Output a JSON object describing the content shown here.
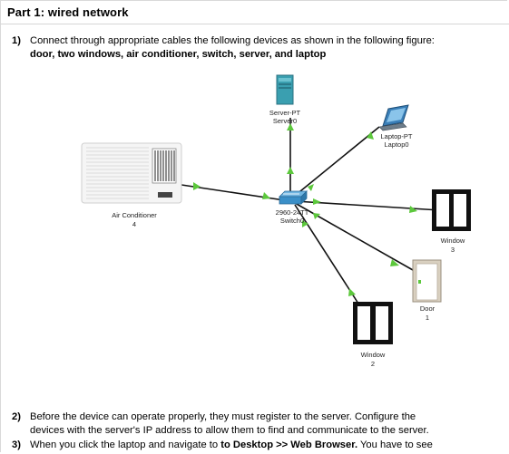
{
  "part_title": "Part 1: wired network",
  "question1": {
    "number": "1)",
    "text": "Connect through appropriate cables the following devices as shown in the following figure:",
    "devices_bold": "door, two windows, air conditioner, switch, server, and laptop"
  },
  "figure": {
    "server": {
      "type": "Server-PT",
      "name": "Server0"
    },
    "laptop": {
      "type": "Laptop-PT",
      "name": "Laptop0"
    },
    "switch": {
      "type": "2960-24TT",
      "name": "Switch0"
    },
    "air_conditioner": {
      "name": "Air Conditioner",
      "num": "4"
    },
    "window3": {
      "name": "Window",
      "num": "3"
    },
    "window2": {
      "name": "Window",
      "num": "2"
    },
    "door": {
      "name": "Door",
      "num": "1"
    }
  },
  "question2": {
    "number": "2)",
    "line1": "Before the device can operate properly, they must register to the server. Configure the",
    "line2": "devices with the server's IP address to allow them to find and communicate to the server."
  },
  "question3": {
    "number": "3)",
    "text_start": "When you click the laptop and navigate to ",
    "path_bold": "to Desktop >> Web Browser.",
    "text_end": " You have to see"
  },
  "colors": {
    "link_arrow": "#5cc83c",
    "switch_blue": "#3a8fc8",
    "server_teal": "#3a9fb0"
  }
}
